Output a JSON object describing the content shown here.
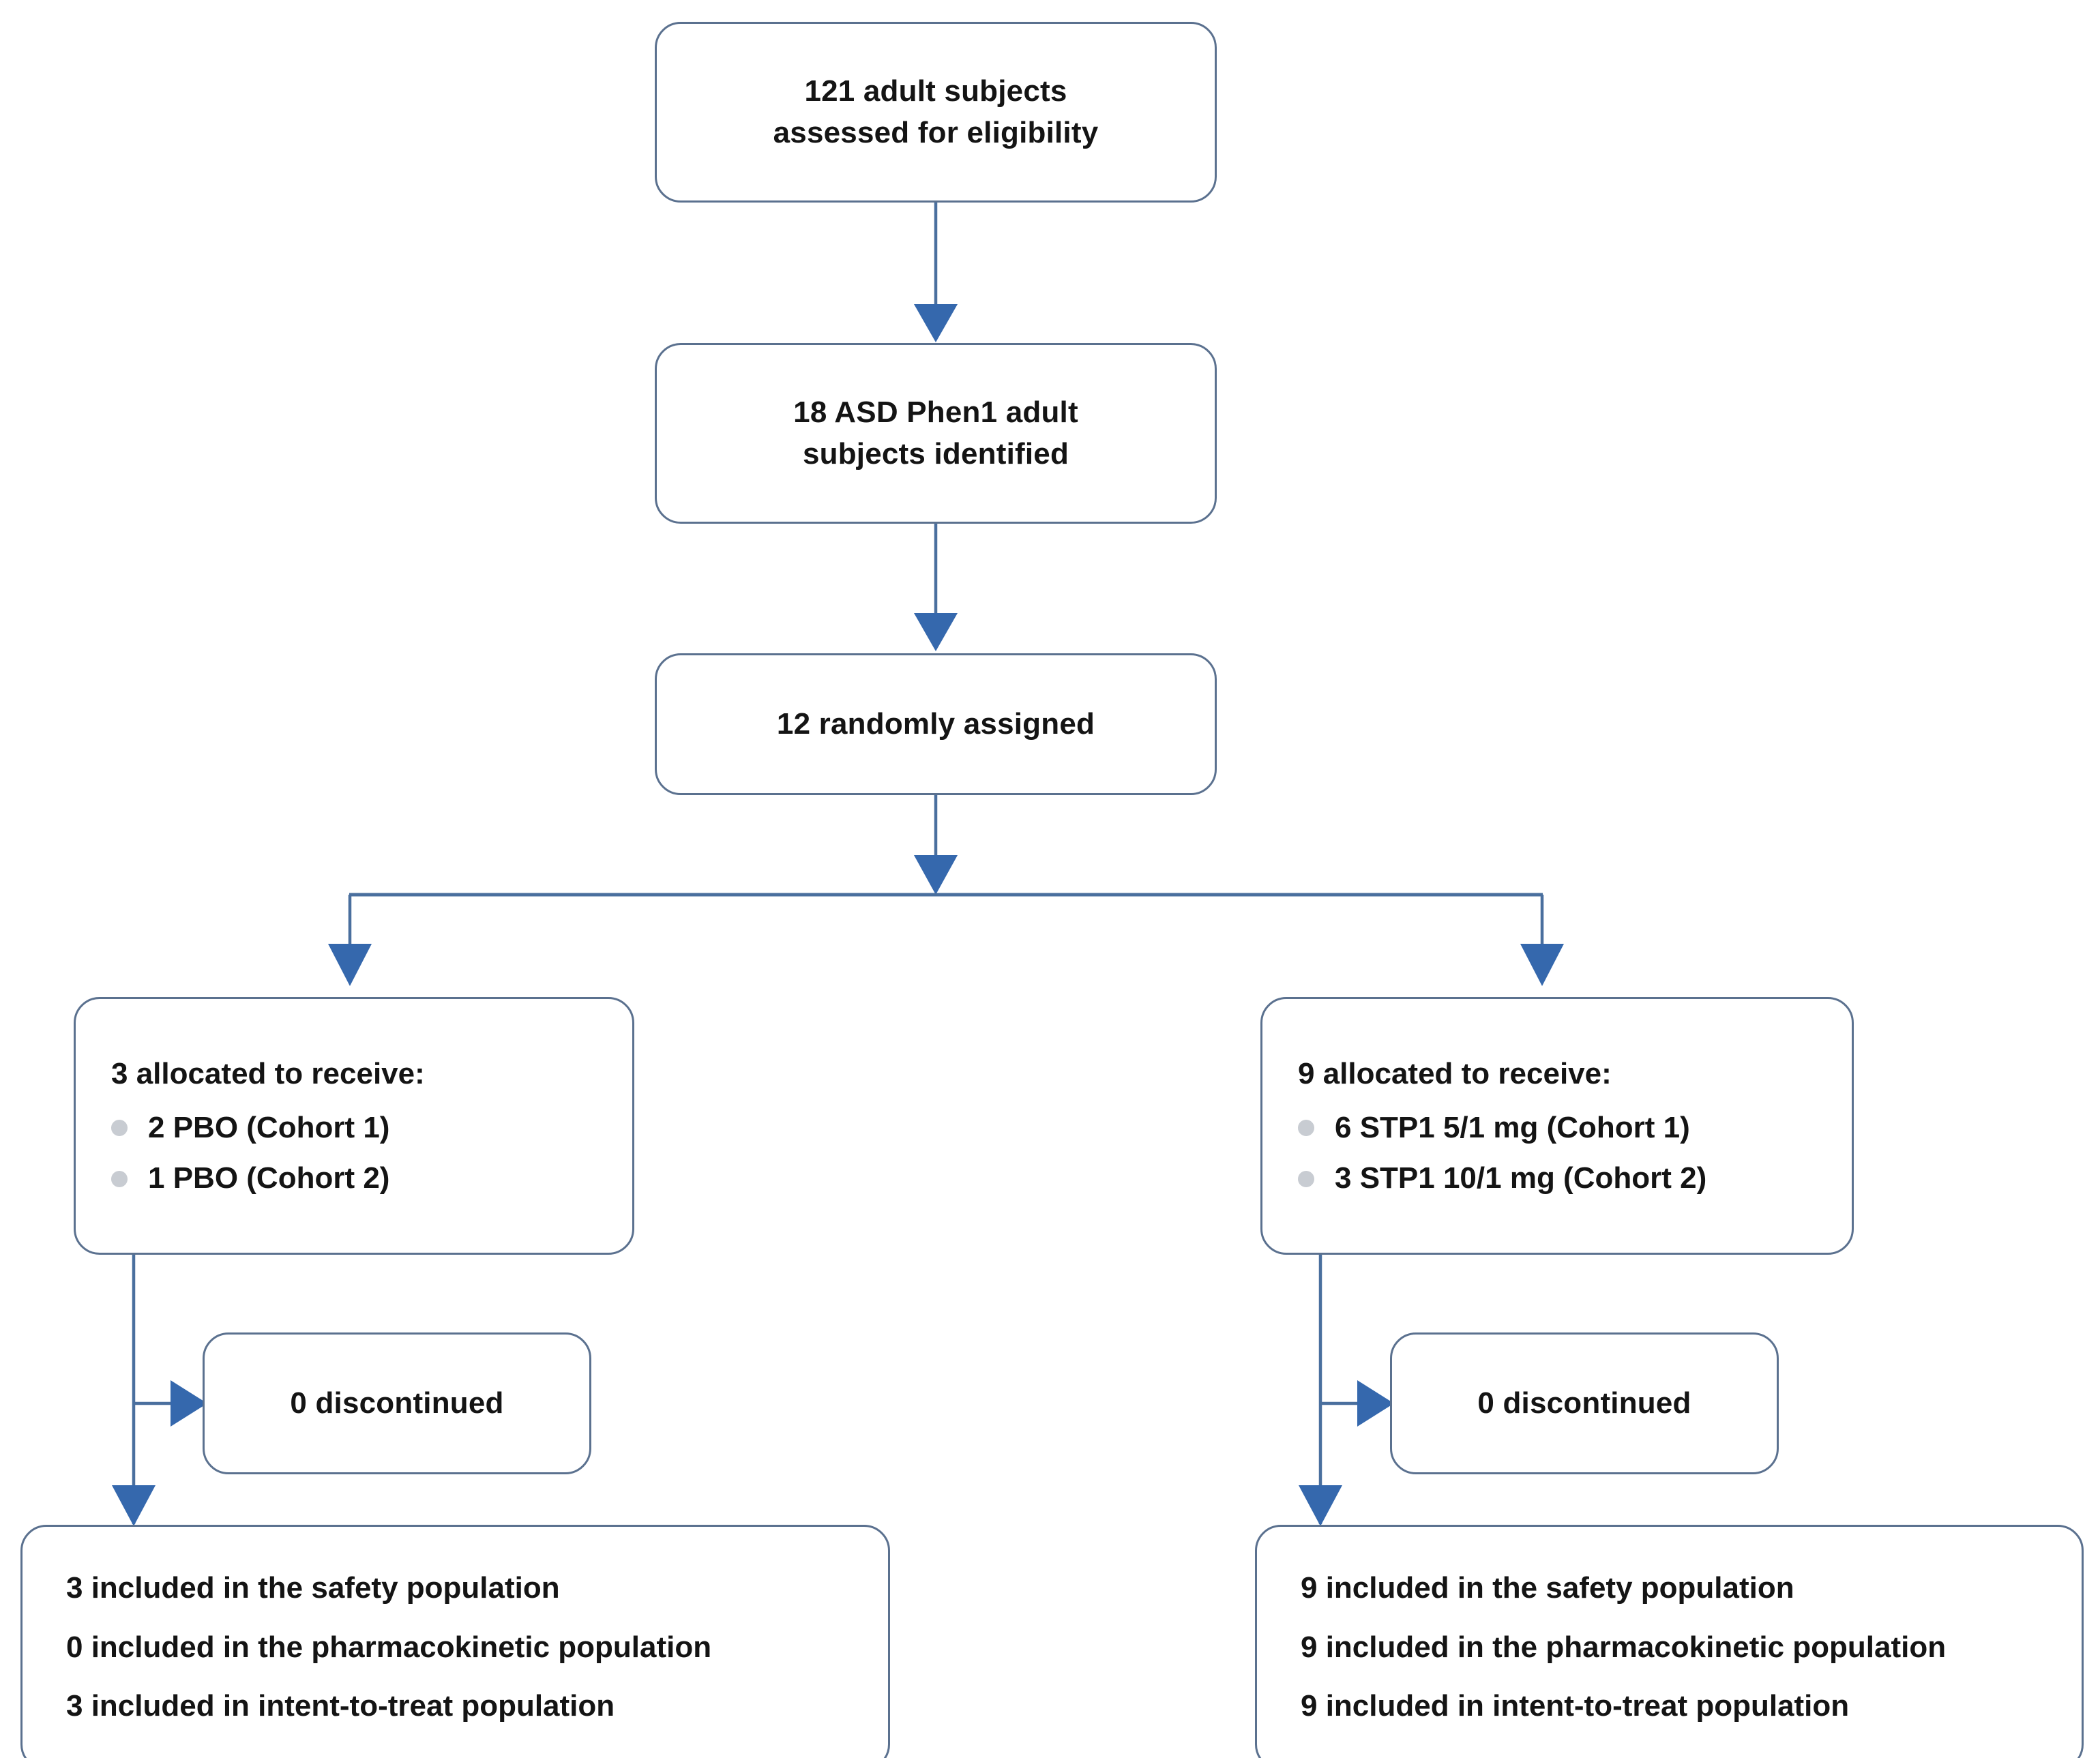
{
  "diagram": {
    "title": "CONSORT participant flow diagram",
    "colors": {
      "box_border": "#5b718f",
      "connector": "#4a6f9e",
      "arrowhead": "#3568ad",
      "bullet": "#c8ccd2",
      "text": "#141414",
      "background": "#ffffff"
    },
    "nodes": {
      "screening": {
        "lines": [
          "121 adult subjects",
          "assessed for eligibility"
        ]
      },
      "identified": {
        "lines": [
          "18 ASD Phen1 adult",
          "subjects identified"
        ]
      },
      "randomized": {
        "lines": [
          "12 randomly assigned"
        ]
      },
      "allocation_placebo": {
        "heading": "3 allocated to receive:",
        "bullets": [
          "2 PBO (Cohort 1)",
          "1 PBO (Cohort 2)"
        ]
      },
      "allocation_treatment": {
        "heading": "9 allocated to receive:",
        "bullets": [
          "6 STP1 5/1 mg (Cohort 1)",
          "3 STP1 10/1 mg (Cohort 2)"
        ]
      },
      "discontinued_placebo": {
        "lines": [
          "0 discontinued"
        ]
      },
      "discontinued_treatment": {
        "lines": [
          "0 discontinued"
        ]
      },
      "population_placebo": {
        "lines": [
          "3 included in the safety population",
          "0 included in the pharmacokinetic population",
          "3 included in intent-to-treat population"
        ]
      },
      "population_treatment": {
        "lines": [
          "9 included in the safety population",
          "9 included in the pharmacokinetic population",
          "9 included in intent-to-treat population"
        ]
      }
    }
  }
}
